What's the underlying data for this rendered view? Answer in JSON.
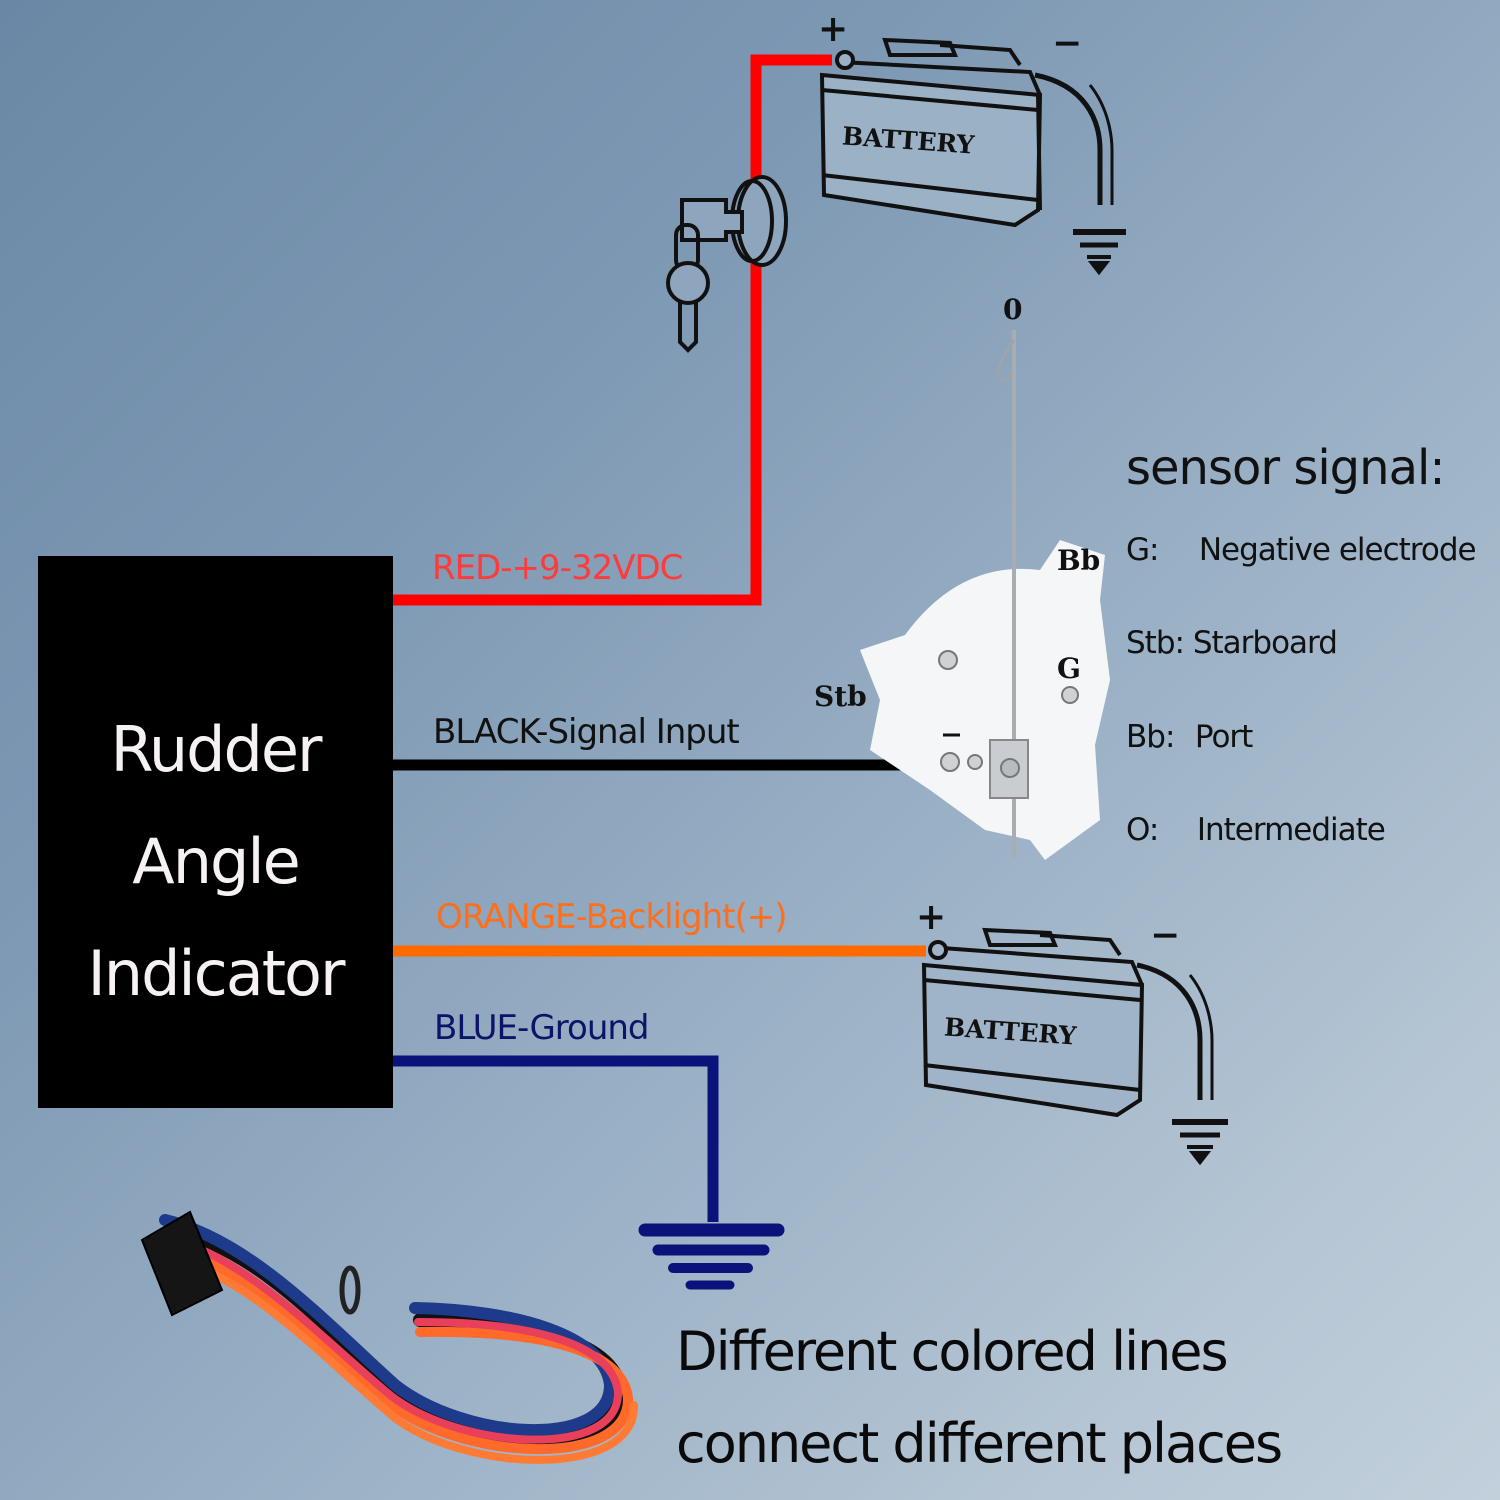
{
  "indicator": {
    "lines": [
      "Rudder",
      "Angle",
      "Indicator"
    ]
  },
  "wires": [
    {
      "id": "red",
      "label": "RED-+9-32VDC",
      "color": "#ff0000"
    },
    {
      "id": "black",
      "label": "BLACK-Signal Input",
      "color": "#000000"
    },
    {
      "id": "orange",
      "label": "ORANGE-Backlight(+)",
      "color": "#ff6a00"
    },
    {
      "id": "blue",
      "label": "BLUE-Ground",
      "color": "#0a137a"
    }
  ],
  "batteries": [
    {
      "label": "BATTERY",
      "plus": "+",
      "minus": "−"
    },
    {
      "label": "BATTERY",
      "plus": "+",
      "minus": "−"
    }
  ],
  "sensor": {
    "terminal_labels": {
      "o": "0",
      "bb": "Bb",
      "g": "G",
      "stb": "Stb",
      "minus": "−"
    }
  },
  "legend": {
    "title": "sensor signal:",
    "items": [
      {
        "key": "G:",
        "value": "Negative electrode"
      },
      {
        "key": "Stb:",
        "value": "Starboard"
      },
      {
        "key": "Bb:",
        "value": "Port"
      },
      {
        "key": "O:",
        "value": "Intermediate"
      }
    ]
  },
  "caption": {
    "line1": "Different colored lines",
    "line2": "connect different places"
  },
  "icons": [
    "ignition-key-switch-icon",
    "battery-icon",
    "ground-symbol-icon",
    "rudder-sensor-icon",
    "wire-harness-icon"
  ]
}
